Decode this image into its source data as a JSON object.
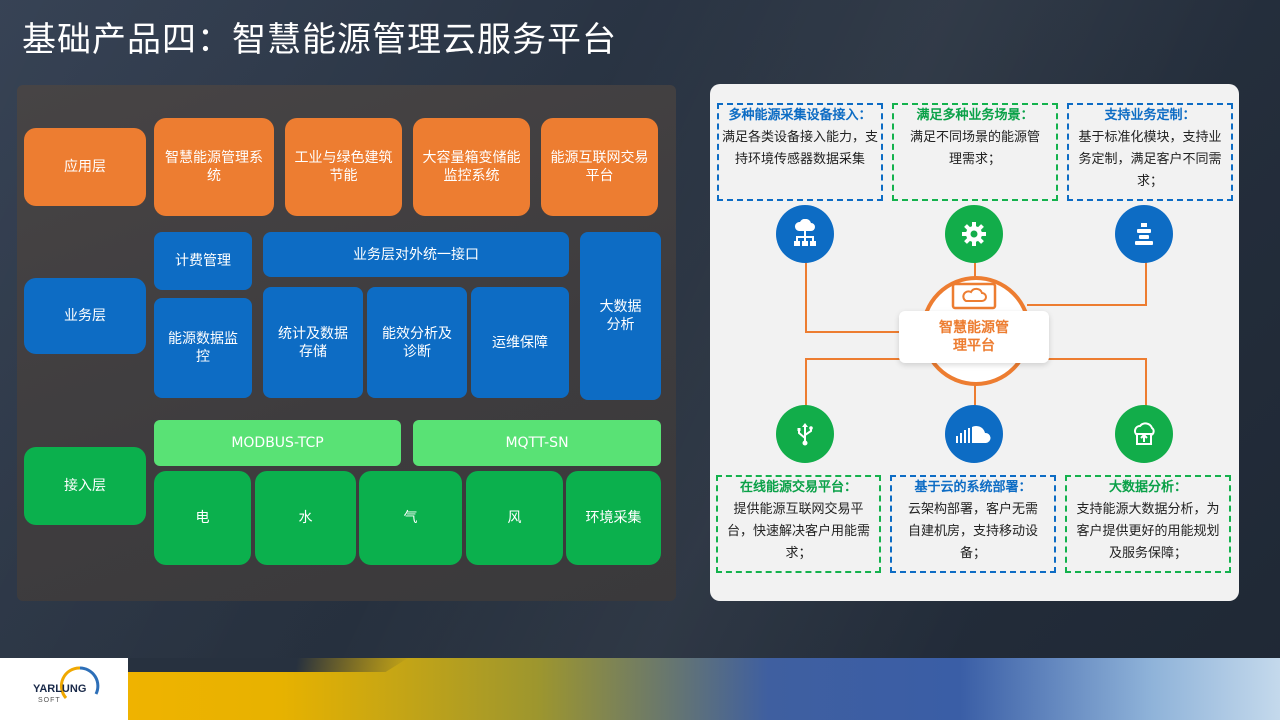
{
  "title": "基础产品四：智慧能源管理云服务平台",
  "layers": {
    "app": "应用层",
    "business": "业务层",
    "access": "接入层"
  },
  "app_blocks": [
    "智慧能源管理系统",
    "工业与绿色建筑节能",
    "大容量箱变储能监控系统",
    "能源互联网交易平台"
  ],
  "business_blocks": {
    "billing": "计费管理",
    "unified_interface": "业务层对外统一接口",
    "bigdata": "大数据分析",
    "monitor": "能源数据监控",
    "stats": "统计及数据存储",
    "efficiency": "能效分析及诊断",
    "ops": "运维保障"
  },
  "protocols": [
    "MODBUS-TCP",
    "MQTT-SN"
  ],
  "sources": [
    "电",
    "水",
    "气",
    "风",
    "环境采集"
  ],
  "center": "智慧能源管理平台",
  "features": [
    {
      "title": "多种能源采集设备接入：",
      "body": "满足各类设备接入能力，支持环境传感器数据采集"
    },
    {
      "title": "满足多种业务场景：",
      "body": "满足不同场景的能源管理需求；"
    },
    {
      "title": "支持业务定制：",
      "body": "基于标准化模块，支持业务定制，满足客户不同需求；"
    },
    {
      "title": "在线能源交易平台：",
      "body": "提供能源互联网交易平台，快速解决客户用能需求；"
    },
    {
      "title": "基于云的系统部署：",
      "body": "云架构部署，客户无需自建机房，支持移动设备；"
    },
    {
      "title": "大数据分析：",
      "body": "支持能源大数据分析，为客户提供更好的用能规划及服务保障；"
    }
  ],
  "icons": [
    "network-icon",
    "gear-icon",
    "server-stack-icon",
    "usb-icon",
    "soundcloud-icon",
    "cloud-upload-icon",
    "cloud-screen-icon"
  ],
  "logo": {
    "name": "YARLUNG",
    "sub": "SOFT"
  },
  "colors": {
    "orange": "#ed7d31",
    "blue": "#0d6cc4",
    "green": "#0bb04d",
    "light_green": "#59e275"
  }
}
